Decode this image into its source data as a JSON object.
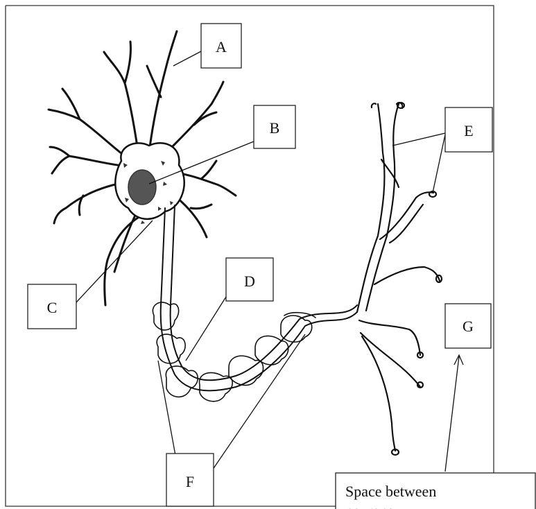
{
  "diagram": {
    "labels": {
      "A": "A",
      "B": "B",
      "C": "C",
      "D": "D",
      "E": "E",
      "F": "F",
      "G": "G"
    },
    "note": {
      "line1": "Space between",
      "line2": "neurons"
    }
  }
}
